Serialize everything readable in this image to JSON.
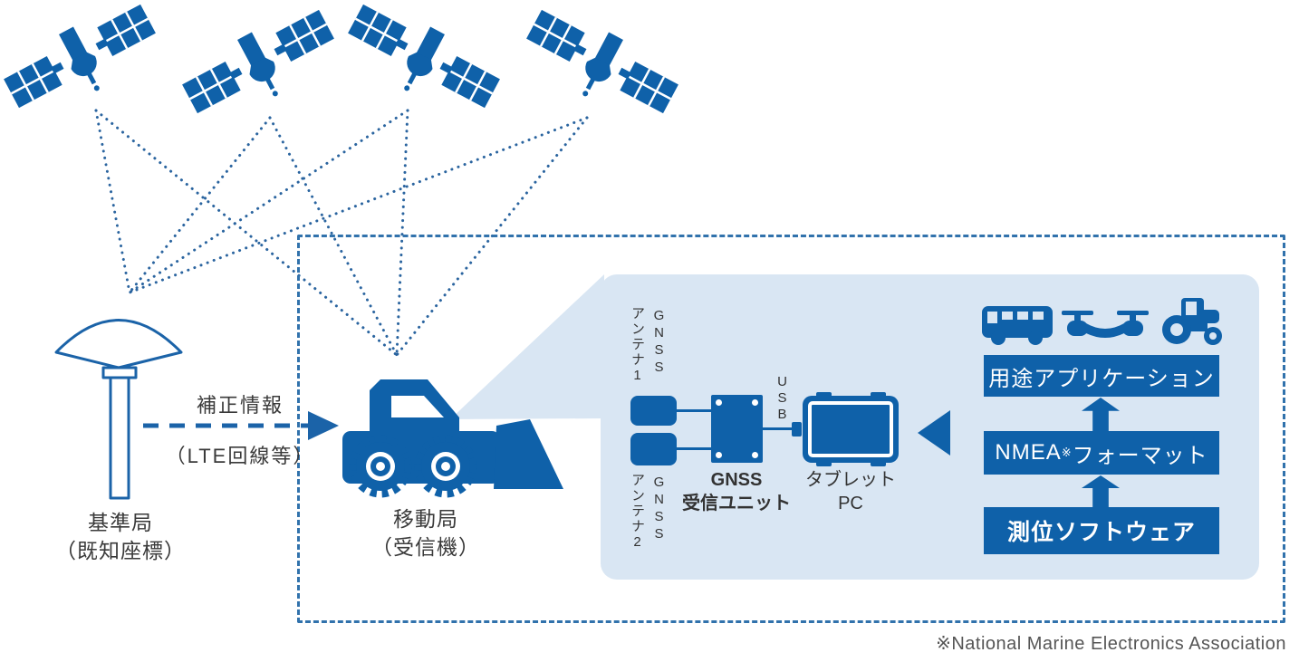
{
  "colors": {
    "primary_blue": "#0f61a9",
    "panel_blue": "#d9e6f3",
    "dash_border_blue": "#3172ac",
    "signal_dot_blue": "#2a649f",
    "label_text": "#3a3a3a",
    "footnote_gray": "#555555"
  },
  "icons": {
    "satellites": "satellite-icon",
    "base_antenna": "base-station-antenna-icon",
    "vehicle": "wheel-loader-icon",
    "tablet": "tablet-pc-icon",
    "application_targets": [
      "bus-icon",
      "drone-icon",
      "tractor-icon"
    ],
    "flow_arrow": "left-arrow-icon",
    "stack_arrows": "up-arrow-icon"
  },
  "base_station": {
    "label": "基準局",
    "sublabel": "（既知座標）"
  },
  "correction_link": {
    "label": "補正情報",
    "sublabel": "（LTE回線等）"
  },
  "mobile_station": {
    "label": "移動局",
    "sublabel": "（受信機）"
  },
  "panel": {
    "antenna1_name": "アンテナ1",
    "antenna1_sys": "GNSS",
    "antenna2_name": "アンテナ2",
    "antenna2_sys": "GNSS",
    "usb": "USB",
    "receiver_line1": "GNSS",
    "receiver_line2": "受信ユニット",
    "tablet_line1": "タブレット",
    "tablet_line2": "PC",
    "stack": {
      "app_box": "用途アプリケーション",
      "nmea_prefix": "NMEA",
      "nmea_marker": "※",
      "nmea_suffix": "フォーマット",
      "positioning_box": "測位ソフトウェア"
    }
  },
  "footnote": "※National Marine Electronics Association"
}
